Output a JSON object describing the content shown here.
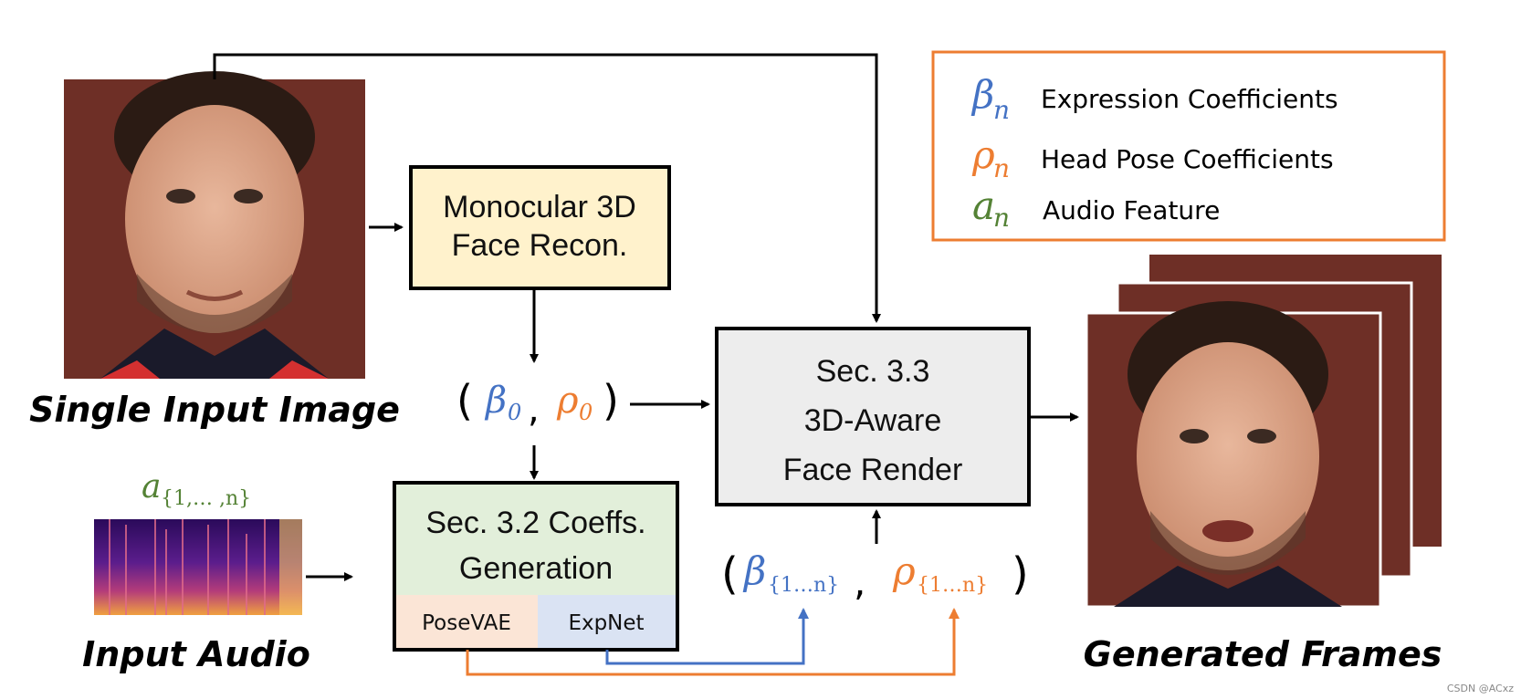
{
  "colors": {
    "beta": "#4472c4",
    "rho": "#ed7d31",
    "audio": "#548235",
    "legend_border": "#ed7d31",
    "monocular_fill": "#fff2cc",
    "coeffs_fill": "#e2efda",
    "posevae_fill": "#fbe5d6",
    "expnet_fill": "#dae3f3",
    "render_fill": "#ededed",
    "face_bg": "#6e2f26"
  },
  "legend": {
    "items": [
      {
        "symbol": "β",
        "sub": "n",
        "label": "Expression Coefficients",
        "color": "beta"
      },
      {
        "symbol": "ρ",
        "sub": "n",
        "label": "Head Pose Coefficients",
        "color": "rho"
      },
      {
        "symbol": "a",
        "sub": "n",
        "label": "Audio Feature",
        "color": "audio"
      }
    ]
  },
  "input_image": {
    "caption": "Single Input Image",
    "icon": "face-photo-icon"
  },
  "input_audio": {
    "caption": "Input Audio",
    "icon": "spectrogram-icon",
    "symbol": "a",
    "sub": "{1,… ,n}"
  },
  "monocular_box": {
    "line1": "Monocular 3D",
    "line2": "Face Recon."
  },
  "initial_coeffs": {
    "open": "(",
    "beta": "β",
    "beta_sub": "0",
    "comma": ",",
    "rho": "ρ",
    "rho_sub": "0",
    "close": ")"
  },
  "coeffs_box": {
    "line1": "Sec. 3.2 Coeffs.",
    "line2": "Generation",
    "posevae": "PoseVAE",
    "expnet": "ExpNet"
  },
  "render_box": {
    "line1": "Sec. 3.3",
    "line2": "3D-Aware",
    "line3": "Face Render"
  },
  "generated_coeffs": {
    "open": "(",
    "beta": "β",
    "beta_sub": "{1…n}",
    "comma": ",",
    "rho": "ρ",
    "rho_sub": "{1…n}",
    "close": ")"
  },
  "output": {
    "caption": "Generated Frames",
    "icon": "face-frames-icon"
  },
  "watermark": "CSDN @ACxz"
}
